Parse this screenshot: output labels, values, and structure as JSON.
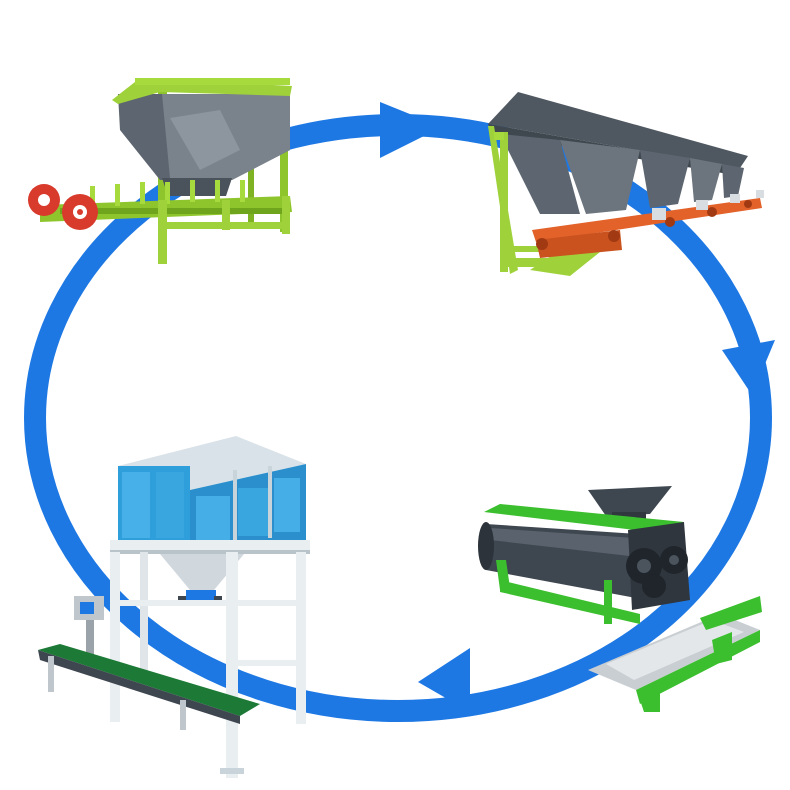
{
  "diagram": {
    "type": "process-cycle",
    "flow_direction": "clockwise",
    "stages": [
      {
        "id": "feeder",
        "icon": "hopper-feeder-machine-icon",
        "position": "top-left"
      },
      {
        "id": "batching",
        "icon": "multi-bin-batching-machine-icon",
        "position": "top-right"
      },
      {
        "id": "granulator",
        "icon": "drum-granulator-machine-icon",
        "position": "bottom-right"
      },
      {
        "id": "packing",
        "icon": "bagging-packing-machine-icon",
        "position": "bottom-left"
      }
    ],
    "colors": {
      "arrow": "#1e78e4",
      "frame_green": "#9fd23a",
      "frame_green_dark": "#6ea51c",
      "hopper_grey": "#5d6670",
      "conveyor_orange": "#e2622a",
      "wheel_red": "#d83a2c",
      "panel_blue": "#2f9fdc",
      "drum_grey": "#3e4650",
      "bright_green": "#3bbf2e",
      "packer_frame": "#e9eef1"
    }
  }
}
